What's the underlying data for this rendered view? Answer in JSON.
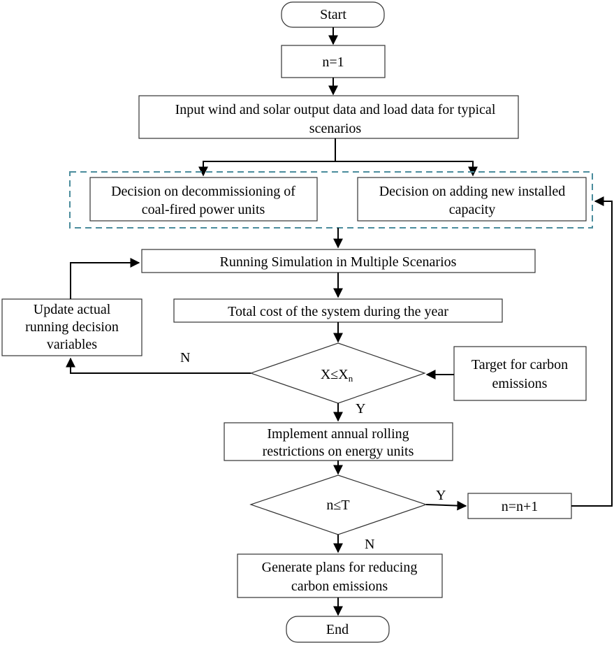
{
  "nodes": {
    "start": "Start",
    "init": "n=1",
    "input": [
      "Input wind and solar output data and load data for typical",
      "scenarios"
    ],
    "decommission": [
      "Decision on decommissioning of",
      "coal-fired power units"
    ],
    "new_capacity": [
      "Decision on adding new installed",
      "capacity"
    ],
    "simulation": "Running Simulation in Multiple Scenarios",
    "total_cost": "Total cost of the system during the year",
    "update": [
      "Update actual",
      "running decision",
      "variables"
    ],
    "carbon_check": "X≤X",
    "carbon_check_sub": "n",
    "target": [
      "Target for carbon",
      "emissions"
    ],
    "rolling": [
      "Implement annual rolling",
      "restrictions on energy units"
    ],
    "year_check": "n≤T",
    "increment": "n=n+1",
    "plans": [
      "Generate plans for reducing",
      "carbon emissions"
    ],
    "end": "End"
  },
  "edge_labels": {
    "carbon_no": "N",
    "carbon_yes": "Y",
    "year_yes": "Y",
    "year_no": "N"
  }
}
